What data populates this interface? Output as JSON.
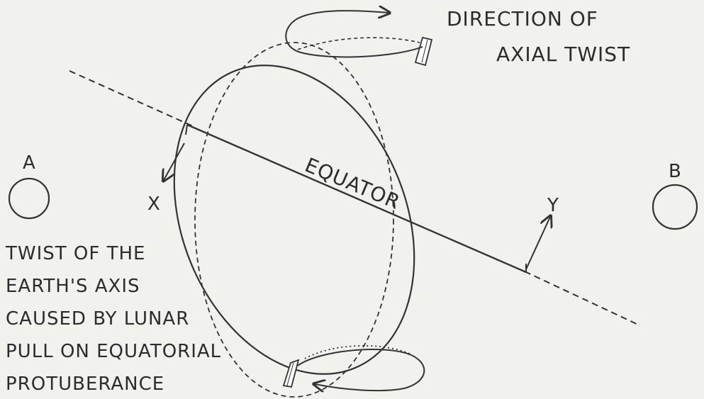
{
  "labels": {
    "direction_line1": "DIRECTION OF",
    "direction_line2": "AXIAL TWIST",
    "equator": "EQUATOR",
    "point_a": "A",
    "point_b": "B",
    "point_x": "X",
    "point_y": "Y",
    "caption_line1": "TWIST OF THE",
    "caption_line2": "EARTH'S AXIS",
    "caption_line3": "CAUSED BY LUNAR",
    "caption_line4": "PULL ON EQUATORIAL",
    "caption_line5": "PROTUBERANCE"
  },
  "colors": {
    "ink": "#333333",
    "background": "#f1f1ee"
  }
}
